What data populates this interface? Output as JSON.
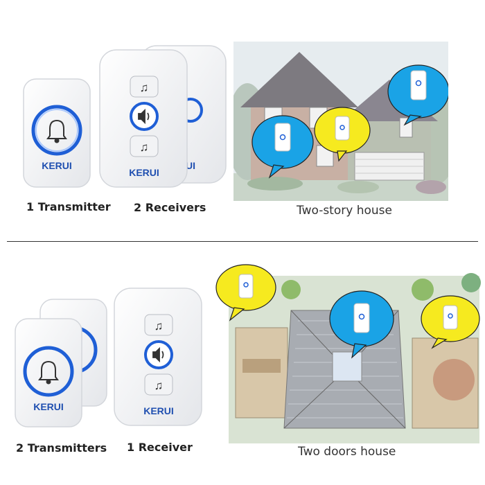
{
  "brand": "KERUI",
  "top": {
    "transmitter_label": "1 Transmitter",
    "receiver_label": "2 Receivers",
    "scene_caption": "Two-story house"
  },
  "bottom": {
    "transmitter_label": "2 Transmitters",
    "receiver_label": "1 Receiver",
    "scene_caption": "Two doors house"
  },
  "colors": {
    "ring_blue": "#1f5fd6",
    "bubble_blue": "#1aa3e6",
    "bubble_yellow": "#f6ea1f",
    "device_white": "#f4f5f7"
  },
  "icons": [
    "bell-icon",
    "music-note-icon",
    "speaker-icon"
  ]
}
